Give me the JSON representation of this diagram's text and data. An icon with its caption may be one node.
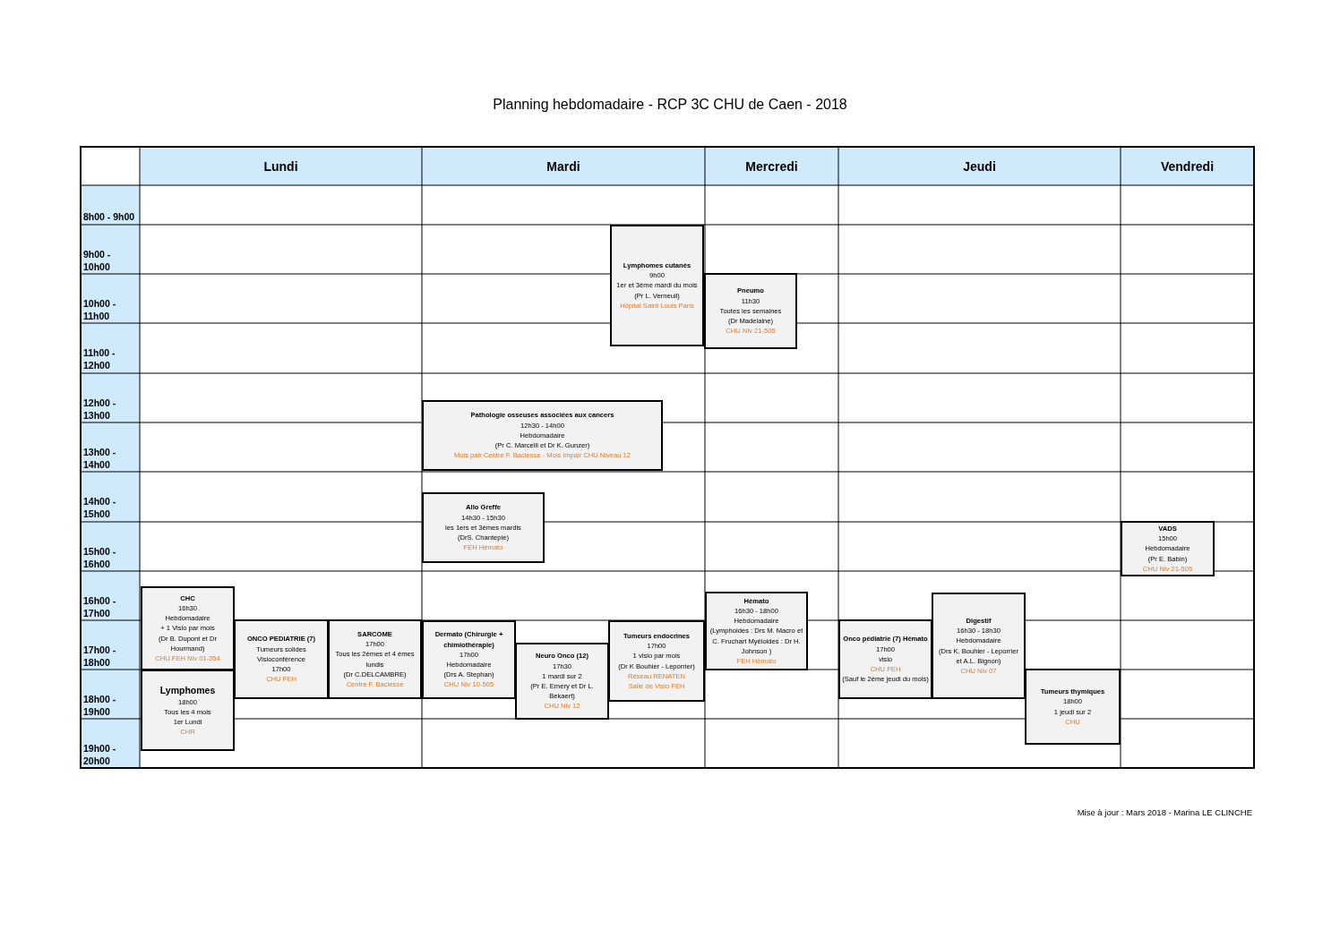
{
  "diagram": {
    "title": "Planning hebdomadaire - RCP 3C CHU de Caen - 2018",
    "nodes": [
      {
        "text": [
          "Lymphomes cutanés",
          "9h00",
          "1er et 3ème mardi du mois",
          "(Pr L. Verneuil)",
          "Hôpital Saint Louis Paris"
        ]
      },
      {
        "text": [
          "Pneumo",
          "11h30",
          "Toutes les semaines",
          "(Dr Madelaine)",
          "CHU Niv 21-505"
        ]
      },
      {
        "text": [
          "Pathologie osseuses associées aux cancers",
          "12h30 - 14h00",
          "Hebdomadaire",
          "(Pr C. Marcelli et Dr K. Gunzer)",
          "Mois pair Centre F. Baclesse - Mois impair CHU Niveau 12"
        ]
      },
      {
        "text": [
          "Allo Greffe",
          "14h30 - 15h30",
          "les 1ers et 3èmes mardis",
          "(DrS. Chantepie)",
          "FEH Hémato"
        ]
      },
      {
        "text": [
          "VADS",
          "15h00",
          "Hebdomadaire",
          "(Pr E. Babin)",
          "CHU Niv 21-505"
        ]
      },
      {
        "text": [
          "CHC",
          "16h30",
          "Hebdomadaire",
          "+ 1 Visio par mois",
          "(Dr B. Dupont et Dr Hourmand)",
          "CHU FEH Niv 01-354"
        ]
      },
      {
        "text": [
          "Lymphomes",
          "18h00",
          "Tous les 4 mois",
          "1er Lundi",
          "CHR"
        ]
      },
      {
        "text": [
          "ONCO PEDIATRIE (7)",
          "Tumeurs solides",
          "Visioconférence",
          "17h00",
          "CHU FEH"
        ]
      },
      {
        "text": [
          "SARCOME",
          "17h00",
          "Tous les 2èmes et 4 èmes lundis",
          "(Dr C.DELCAMBRE)",
          "Centre F. Baclesse"
        ]
      },
      {
        "text": [
          "Dermato (Chirurgie + chimiothérapie)",
          "17h00",
          "Hebdomadaire",
          "(Drs A. Stephan)",
          "CHU Niv 10-505"
        ]
      },
      {
        "text": [
          "Neuro Onco (12)",
          "17h30",
          "1 mardi sur 2",
          "(Pr E. Emery et Dr L. Bekaert)",
          "CHU Niv 12"
        ]
      },
      {
        "text": [
          "Tumeurs endocrines",
          "17h00",
          "1 visio par mois",
          "(Dr K Bouhier - Leporrier)",
          "Réseau RENATEN",
          "Salle de Visio FEH"
        ]
      },
      {
        "text": [
          "Hémato",
          "16h30 - 18h00",
          "Hebdomadaire",
          "(Lymphoides : Drs M. Macro et C. Fruchart Myéloides : Dr H. Johnson )",
          "FEH Hémato"
        ]
      },
      {
        "text": [
          "Onco pédiatrie (7) Hémato",
          "17h00",
          "visio",
          "CHU FEH",
          "(Sauf le 2ème jeudi du mois)"
        ]
      },
      {
        "text": [
          "Digestif",
          "16h30 - 18h30",
          "Hebdomadaire",
          "(Drs K. Bouhier - Leporrier et A.L. Bignon)",
          "CHU Niv 07"
        ]
      },
      {
        "text": [
          "Tumeurs thymiques",
          "18h00",
          "1 jeudi sur 2",
          "CHU"
        ]
      }
    ],
    "labels": [
      "Lundi",
      "Mardi",
      "Mercredi",
      "Jeudi",
      "Vendredi",
      "8h00 - 9h00",
      "9h00 - 10h00",
      "10h00 - 11h00",
      "11h00 - 12h00",
      "12h00 - 13h00",
      "13h00 - 14h00",
      "14h00 - 15h00",
      "15h00 - 16h00",
      "16h00 - 17h00",
      "17h00 - 18h00",
      "18h00 - 19h00",
      "19h00 - 20h00",
      "Mise à jour : Mars 2018 - Marina LE CLINCHE"
    ]
  }
}
